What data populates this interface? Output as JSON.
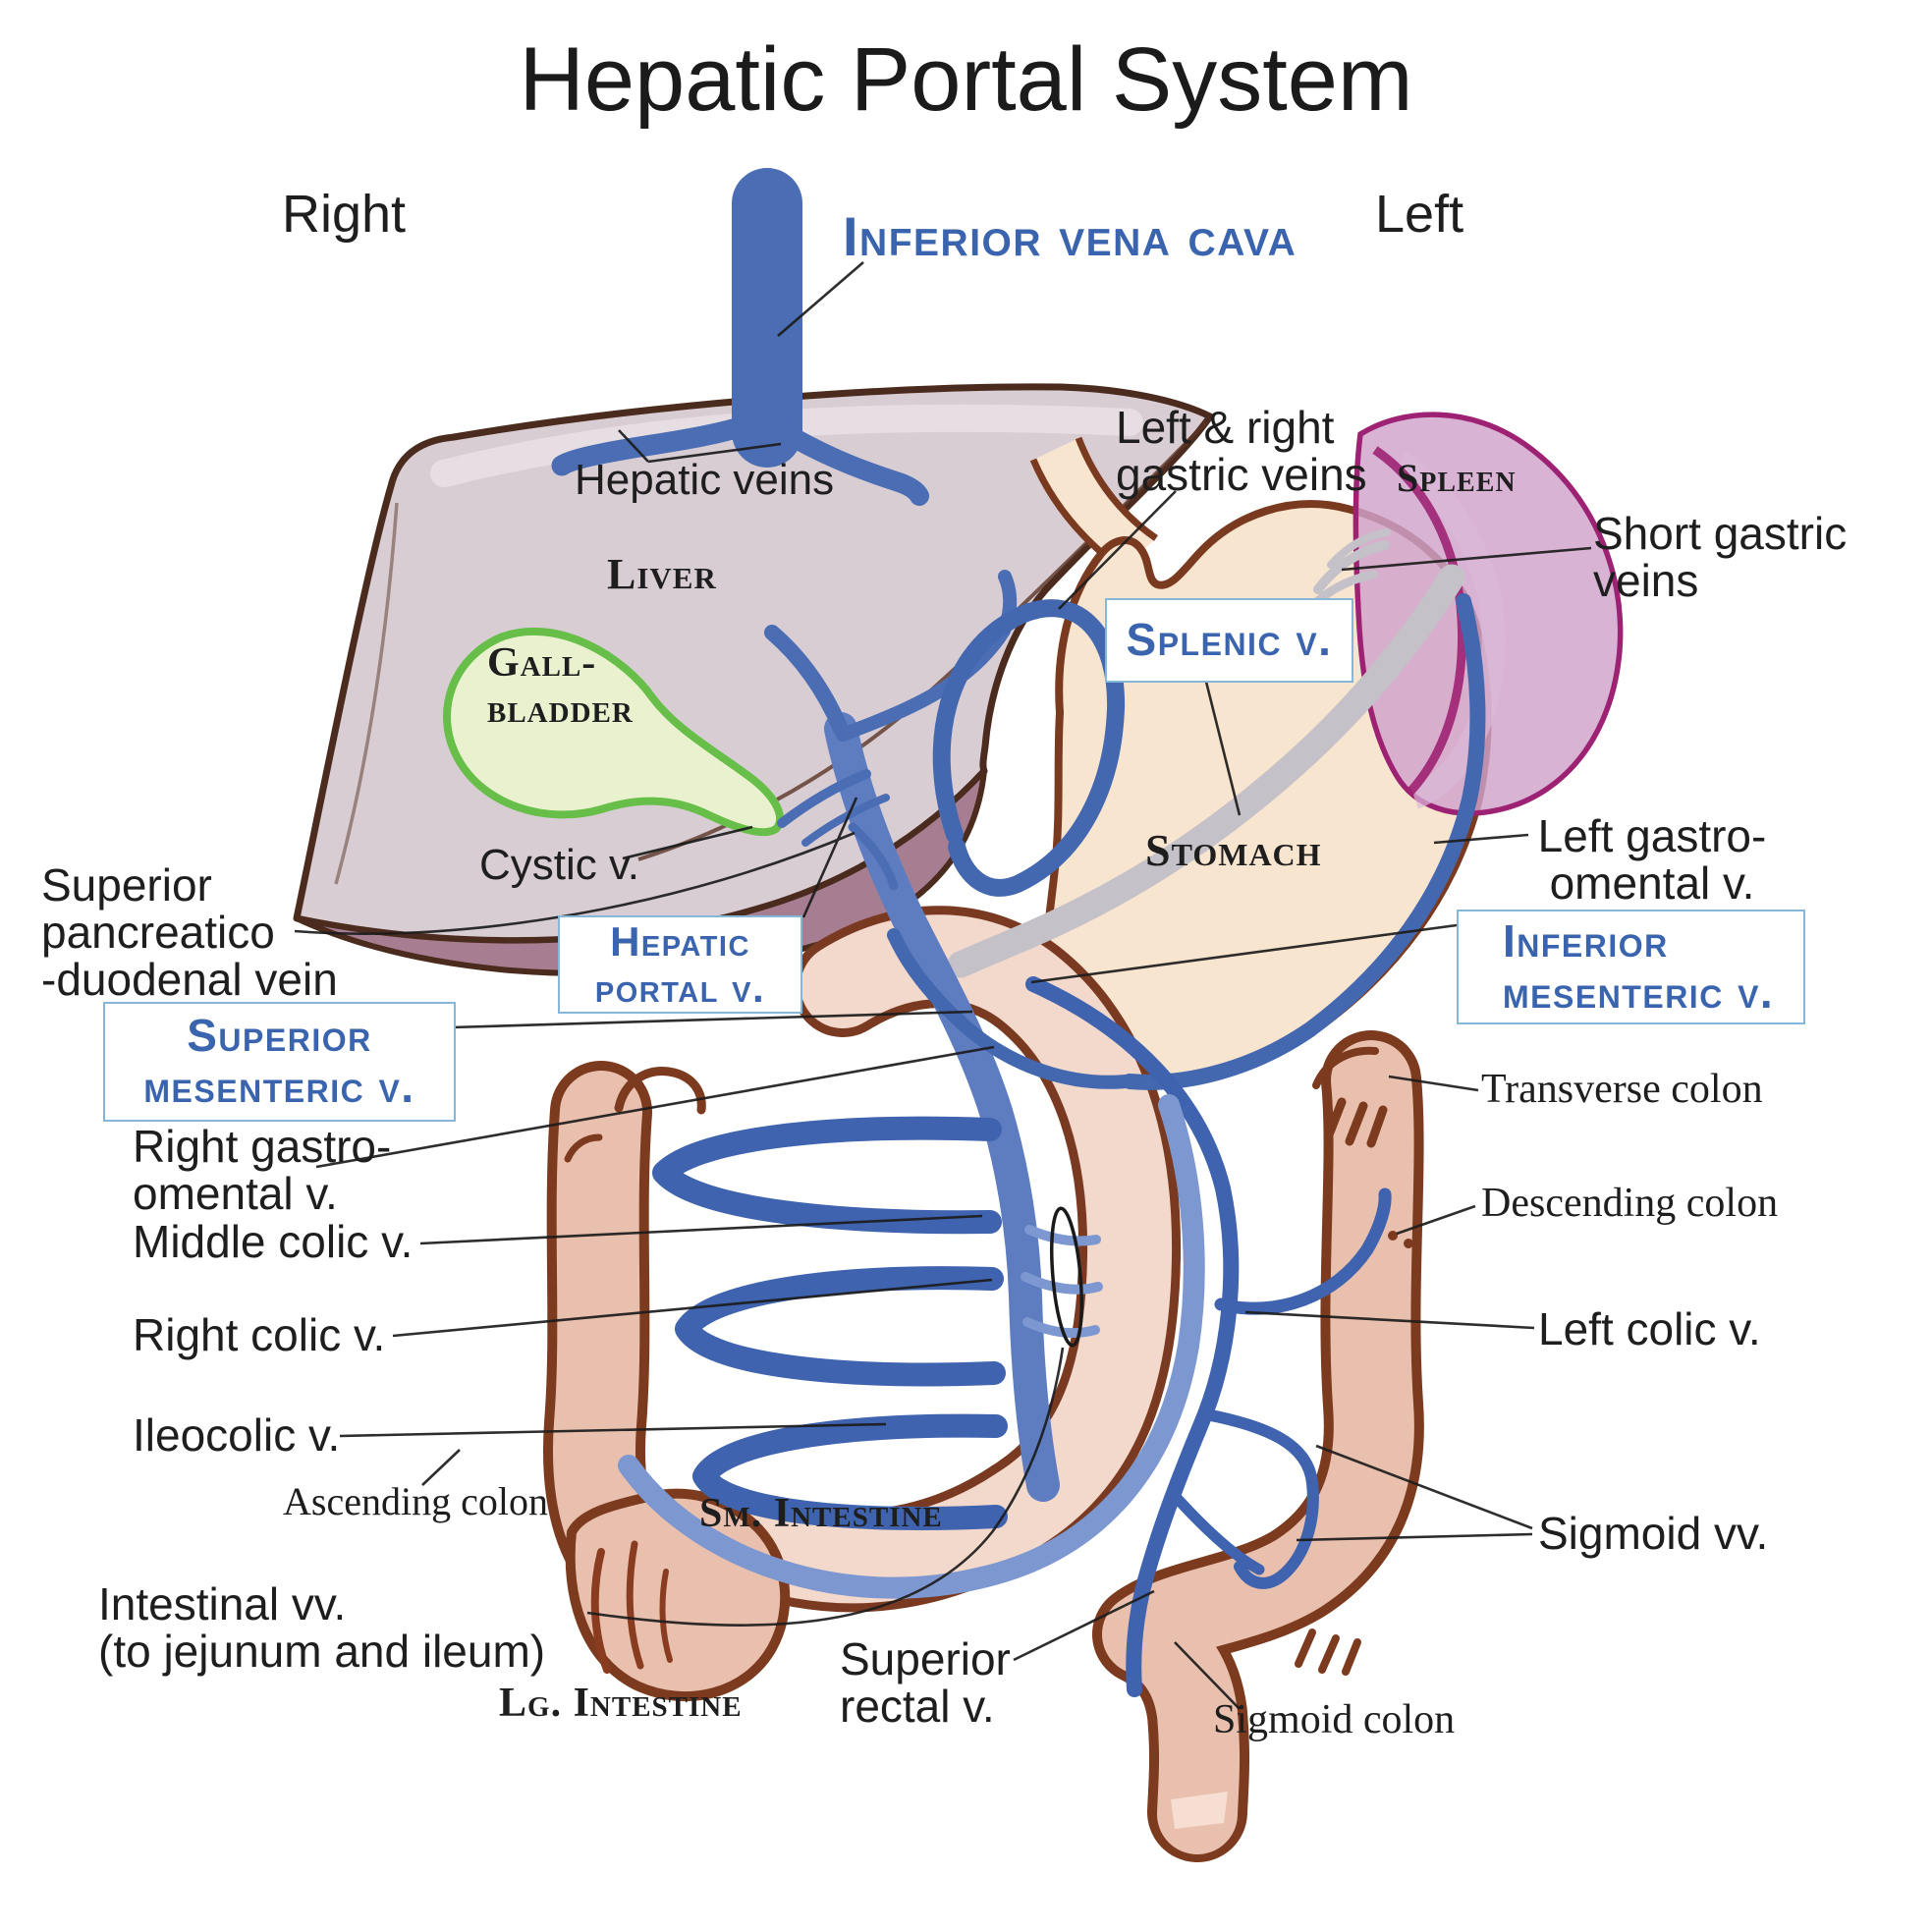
{
  "title": "Hepatic Portal System",
  "orientation": {
    "right": "Right",
    "left": "Left"
  },
  "labels": {
    "ivc": {
      "text": "Inferior vena cava"
    },
    "hepatic_veins": {
      "text": "Hepatic veins"
    },
    "liver": {
      "text": "Liver"
    },
    "gallbladder": {
      "lines": [
        "Gall-",
        "bladder"
      ]
    },
    "lr_gastric": {
      "lines": [
        "Left & right",
        "gastric veins"
      ]
    },
    "spleen": {
      "text": "Spleen"
    },
    "short_gastric": {
      "lines": [
        "Short gastric",
        "veins"
      ]
    },
    "splenic": {
      "text": "Splenic v."
    },
    "stomach": {
      "text": "Stomach"
    },
    "cystic": {
      "text": "Cystic v."
    },
    "pancreatico": {
      "lines": [
        "Superior",
        "pancreatico",
        "-duodenal vein"
      ]
    },
    "hepatic_portal": {
      "lines": [
        "Hepatic",
        "portal v."
      ]
    },
    "superior_mesenteric": {
      "lines": [
        "Superior",
        "mesenteric v."
      ]
    },
    "inferior_mesenteric": {
      "lines": [
        "Inferior",
        "mesenteric v."
      ]
    },
    "left_gastro_omental": {
      "lines": [
        "Left gastro-",
        "omental v."
      ]
    },
    "right_gastro_omental": {
      "lines": [
        "Right gastro-",
        "omental v."
      ]
    },
    "middle_colic": {
      "text": "Middle colic v."
    },
    "right_colic": {
      "text": "Right colic v."
    },
    "ileocolic": {
      "text": "Ileocolic v."
    },
    "left_colic": {
      "text": "Left colic v."
    },
    "sigmoid_vv": {
      "text": "Sigmoid vv."
    },
    "intestinal": {
      "lines": [
        "Intestinal vv.",
        "(to jejunum and ileum)"
      ]
    },
    "superior_rectal": {
      "lines": [
        "Superior",
        "rectal v."
      ]
    },
    "transverse_colon": {
      "text": "Transverse colon"
    },
    "descending_colon": {
      "text": "Descending colon"
    },
    "ascending_colon": {
      "text": "Ascending colon"
    },
    "sigmoid_colon": {
      "text": "Sigmoid colon"
    },
    "sm_intestine": {
      "text": "Sm. Intestine"
    },
    "lg_intestine": {
      "text": "Lg. Intestine"
    }
  },
  "colors": {
    "vein_blue": "#4468b0",
    "vein_blue_trunk": "#5d7dc0",
    "vein_blue_light": "#7d97d0",
    "vein_gray": "#c4c1c8",
    "label_blue": "#3b64ae",
    "box_border": "#85b8d8",
    "liver_fill": "#d9cdd4",
    "liver_underside": "#a77e91",
    "liver_outline": "#4a2b1e",
    "stomach_fill": "#f8e5d0",
    "organ_outline": "#7c3a1e",
    "small_intestine_fill": "#f3d8cc",
    "colon_fill": "#e9c0ae",
    "gallbladder_fill": "#eaf1cf",
    "gallbladder_outline": "#67bf4a",
    "spleen_fill": "#cfa2cb",
    "spleen_outline": "#9e2273",
    "leader_line": "#1c1c1c"
  }
}
